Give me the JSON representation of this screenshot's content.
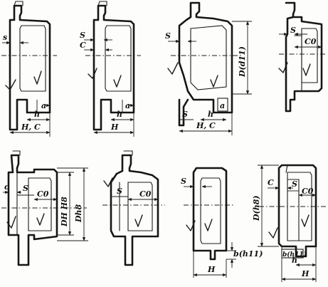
{
  "figures": [
    {
      "id": "fig-1",
      "labels": {
        "s": "s",
        "a": "a",
        "h": "h",
        "width": "H, C"
      }
    },
    {
      "id": "fig-2",
      "labels": {
        "s": "S",
        "c": "C",
        "a": "a",
        "h": "h",
        "width": "H"
      }
    },
    {
      "id": "fig-3",
      "labels": {
        "s": "S",
        "diameter": "D(d11)",
        "s_bottom": "S",
        "h": "h",
        "a": "a",
        "width": "H, C"
      }
    },
    {
      "id": "fig-4",
      "labels": {
        "s": "S",
        "c0": "C0"
      }
    },
    {
      "id": "fig-5",
      "labels": {
        "c": "c",
        "s": "S",
        "c0": "C0",
        "d_outer": "DH H8",
        "d_housing": "Dh8"
      }
    },
    {
      "id": "fig-6",
      "labels": {
        "s": "S",
        "c0": "C0"
      }
    },
    {
      "id": "fig-7",
      "labels": {
        "s": "S",
        "b": "b(h11)",
        "h": "H"
      }
    },
    {
      "id": "fig-8",
      "labels": {
        "diameter": "D(h8)",
        "c": "C",
        "s": "S",
        "c0": "C0",
        "b": "b(h11)",
        "h": "h",
        "width": "H"
      }
    }
  ],
  "symbols": {
    "surface_finish": "check-mark-icon"
  }
}
